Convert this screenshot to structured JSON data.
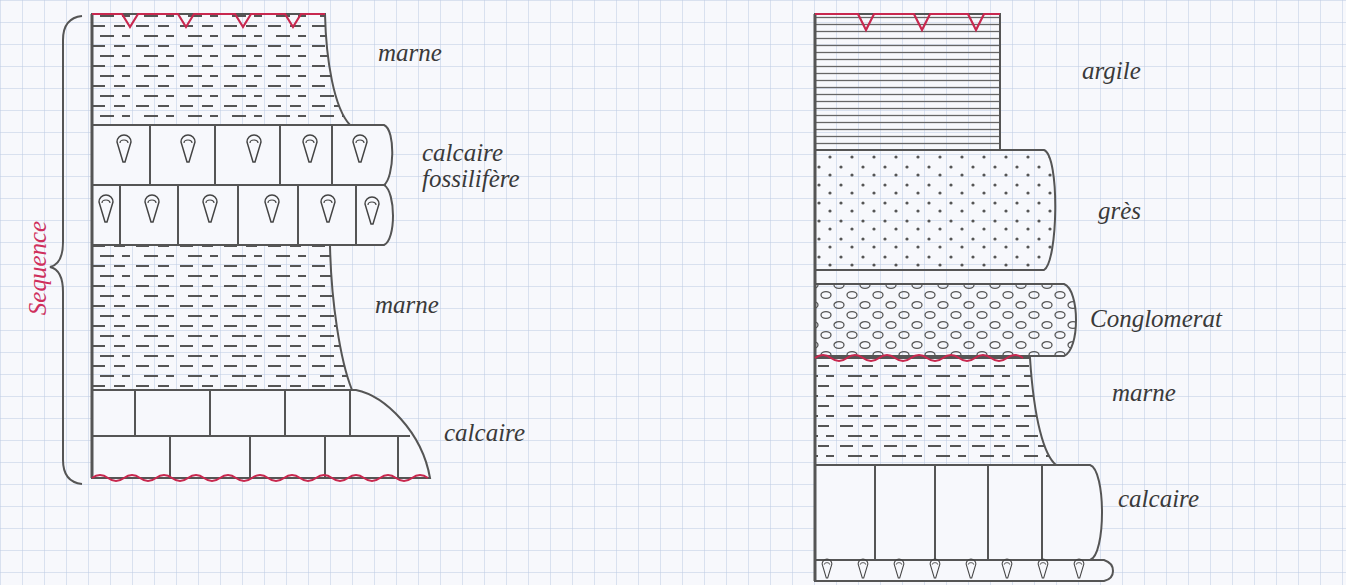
{
  "diagram": {
    "labels": [
      "Sequence",
      "marne",
      "calcaire fossilifère",
      "marne",
      "calcaire",
      "argile",
      "grès",
      "Conglomerat",
      "marne",
      "calcaire"
    ]
  }
}
